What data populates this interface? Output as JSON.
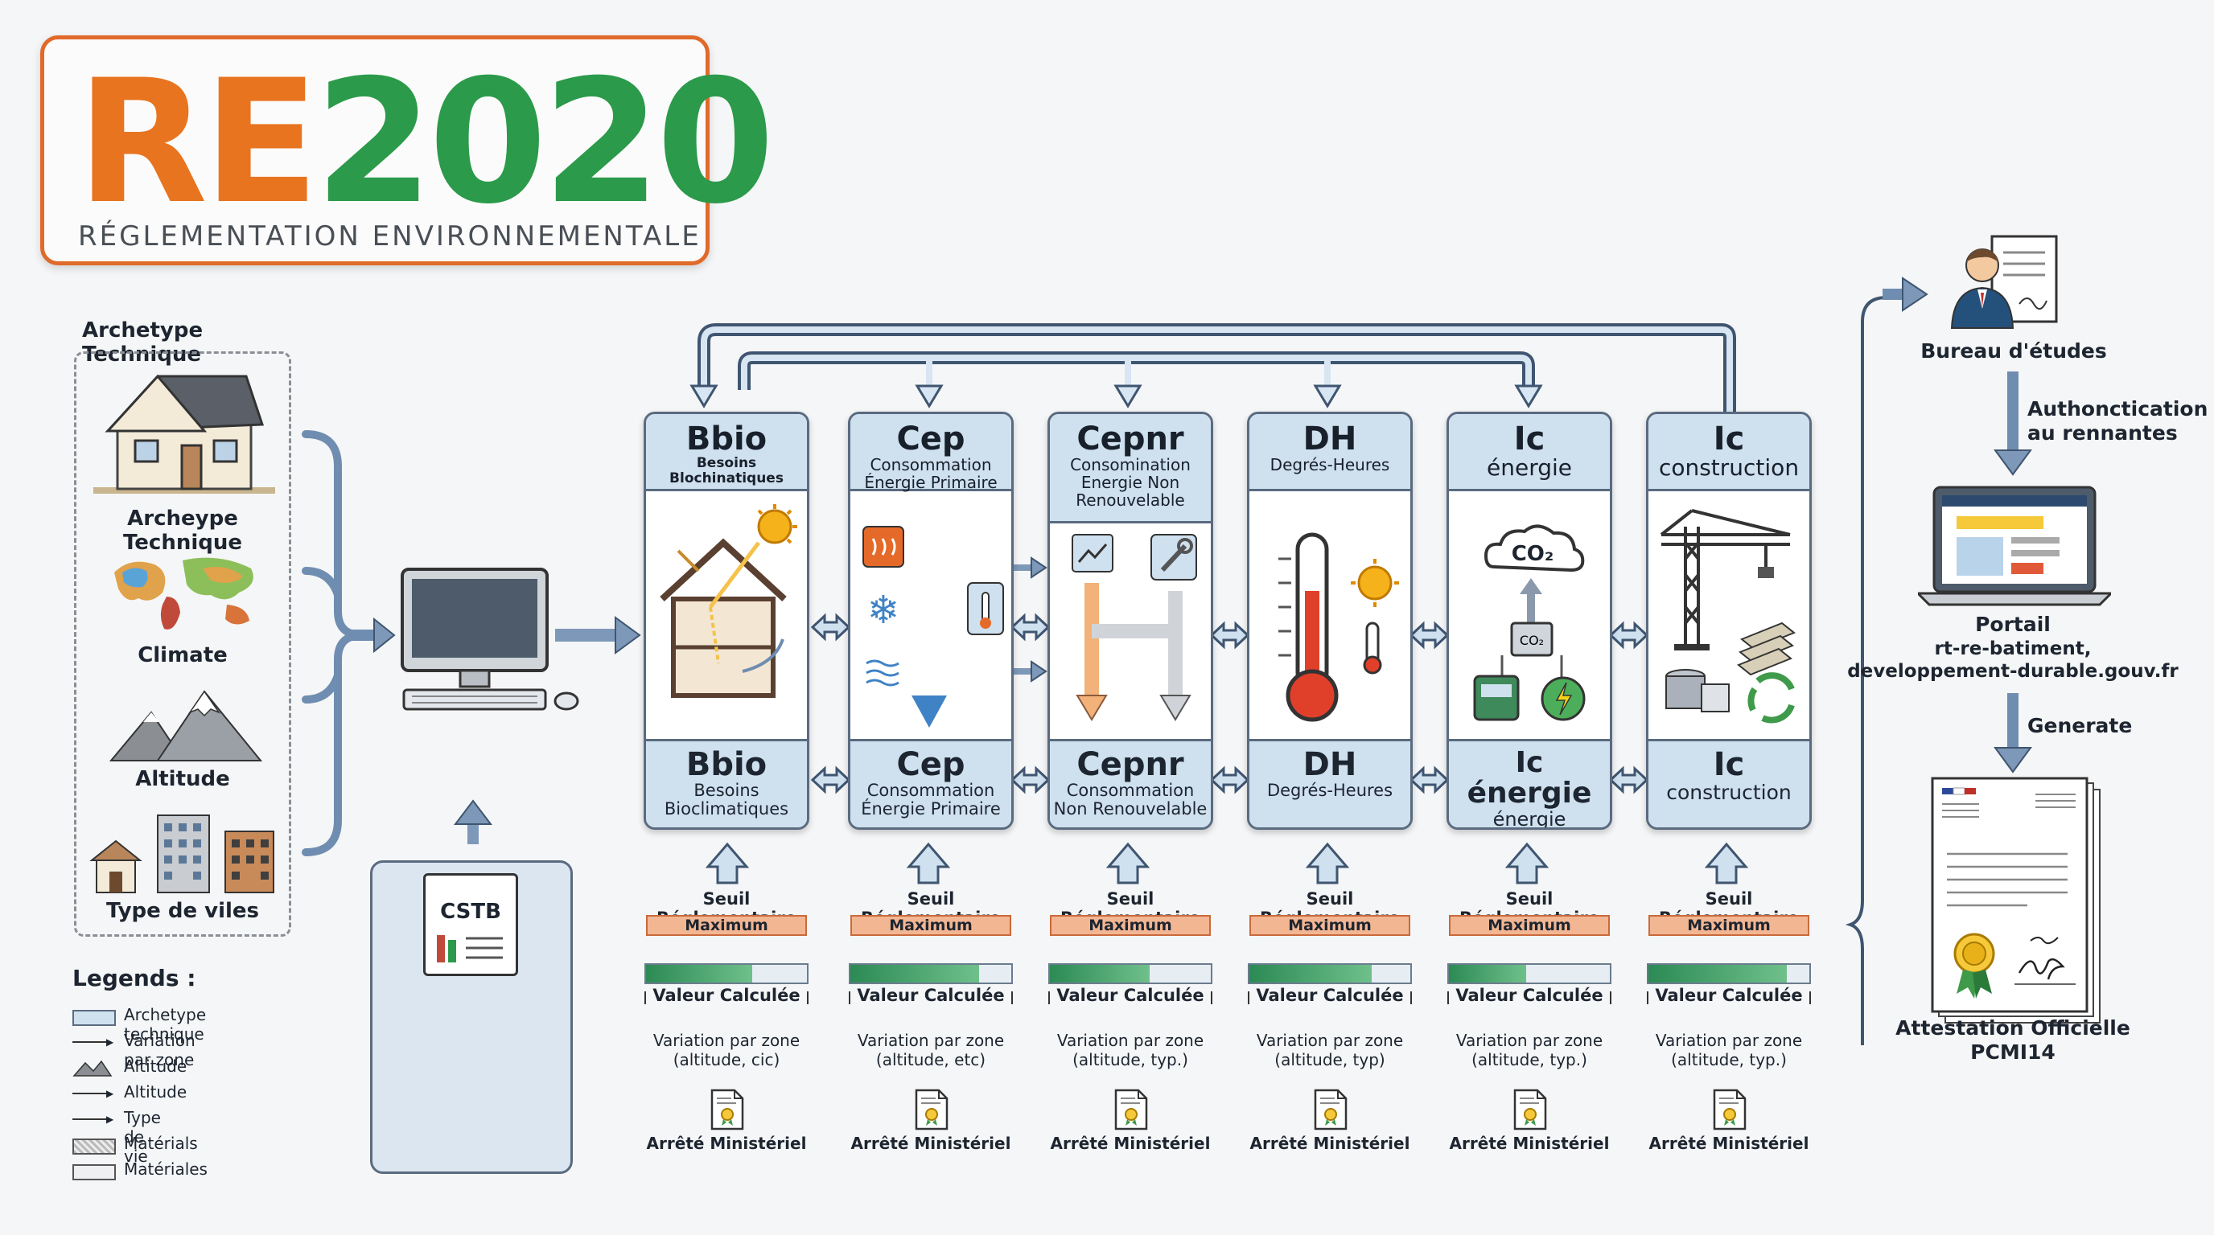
{
  "logo": {
    "re": "RE",
    "year": "2020",
    "subtitle": "RÉGLEMENTATION ENVIRONNEMENTALE"
  },
  "archetype": {
    "title": "Archetype Technique",
    "items": [
      "Archeype Technique",
      "Climate",
      "Altitude",
      "Type de viles"
    ]
  },
  "cstb": {
    "label": "CSTB"
  },
  "columns": [
    {
      "top_title": "Bbio",
      "top_sub": "Besoins Blochinatiques",
      "bottom_title": "Bbio",
      "bottom_sub": "Besoins Bioclimatiques",
      "fill": 0.66
    },
    {
      "top_title": "Cep",
      "top_sub": "Consommation Énergie Primaire",
      "bottom_title": "Cep",
      "bottom_sub": "Consommation Énergie Primaire",
      "fill": 0.8
    },
    {
      "top_title": "Cepnr",
      "top_sub": "Consomination Energie Non Renouvelable",
      "bottom_title": "Cepnr",
      "bottom_sub": "Consommation Non Renouvelable",
      "fill": 0.62
    },
    {
      "top_title": "DH",
      "top_sub": "Degrés-Heures",
      "bottom_title": "DH",
      "bottom_sub": "Degrés-Heures",
      "fill": 0.76
    },
    {
      "top_title": "Ic",
      "top_sub": "énergie",
      "bottom_title": "Ic énergie",
      "bottom_sub": "énergie",
      "fill": 0.48
    },
    {
      "top_title": "Ic",
      "top_sub": "construction",
      "bottom_title": "Ic",
      "bottom_sub": "construction",
      "fill": 0.86
    }
  ],
  "column_labels": {
    "seuil": "Seuil Réglementaire",
    "maximum": "Maximum",
    "valeur": "Valeur Calculée",
    "variations": [
      "Variation par zone (altitude, cic)",
      "Variation par zone (altitude, etc)",
      "Variation par zone (altitude, typ.)",
      "Variation par zone (altitude, typ)",
      "Variation par zone (altitude, typ.)",
      "Variation par zone (altitude, typ.)"
    ],
    "arrete": "Arrêté Ministériel"
  },
  "icons": {
    "co2": "CO₂",
    "co2_small": "CO₂"
  },
  "legend": {
    "title": "Legends :",
    "items": [
      "Archetype technique",
      "Variation par zone",
      "Altitude",
      "Altitude",
      "Type de vie",
      "Matérials",
      "Matériales"
    ]
  },
  "right": {
    "bureau": "Bureau d'études",
    "auth": "Authonctication au rennantes",
    "portal": "Portail",
    "portal_url1": "rt-re-batiment,",
    "portal_url2": "developpement-durable.gouv.fr",
    "generate": "Generate",
    "attestation": "Attestation Officielle",
    "pcmi": "PCMI14"
  },
  "colors": {
    "orange": "#e8741f",
    "green": "#2b9a4a",
    "panel_blue": "#cfe0ef",
    "arrow_blue": "#6f8db0",
    "border": "#5a6b80"
  }
}
